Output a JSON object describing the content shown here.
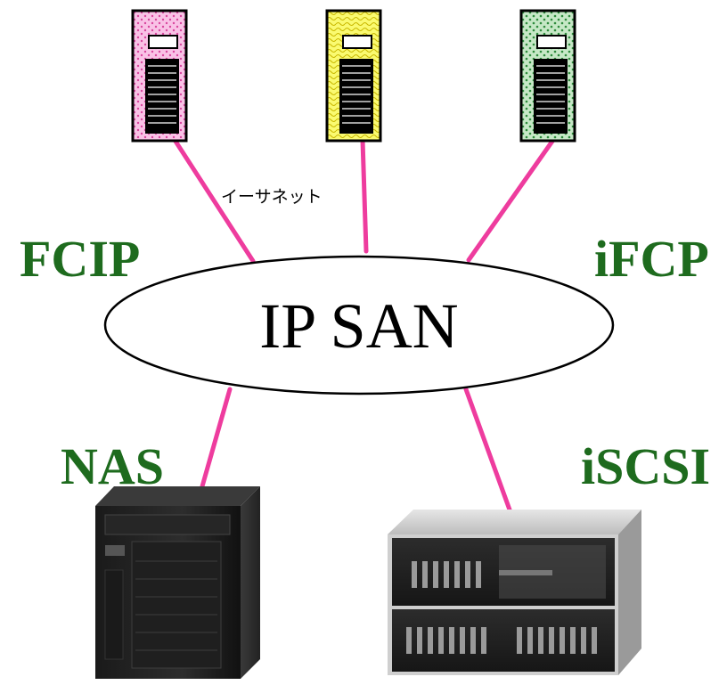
{
  "diagram": {
    "cloud_label": "IP SAN",
    "ethernet_label": "イーサネット",
    "protocols": {
      "fcip": "FCIP",
      "ifcp": "iFCP",
      "nas": "NAS",
      "iscsi": "iSCSI"
    },
    "servers": [
      {
        "id": "server-pink",
        "fill": "#f9c2e6",
        "dot": "#d9459e"
      },
      {
        "id": "server-yellow",
        "fill": "#fafa70",
        "dot": "#d4c400"
      },
      {
        "id": "server-green",
        "fill": "#c6e8c6",
        "dot": "#2e8b3c"
      }
    ]
  },
  "colors": {
    "link": "#ee3c9e",
    "protocol_text": "#1e6b1e",
    "outline": "#000000"
  }
}
